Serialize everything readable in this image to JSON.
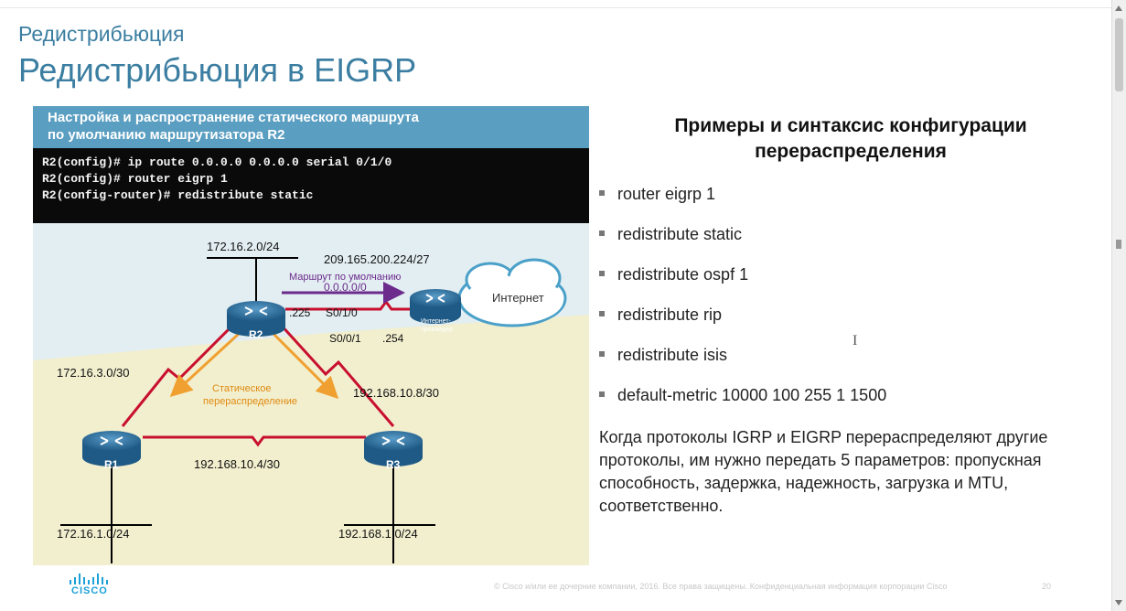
{
  "slide": {
    "subtitle": "Редистрибьюция",
    "title": "Редистрибьюция в EIGRP"
  },
  "figure": {
    "header_line1": "Настройка и распространение статического маршрута",
    "header_line2": "по умолчанию маршрутизатора R2",
    "commands": [
      "R2(config)# ip route 0.0.0.0 0.0.0.0 serial 0/1/0",
      "R2(config)# router eigrp 1",
      "R2(config-router)# redistribute static"
    ],
    "diagram": {
      "net_r2_lan": "172.16.2.0/24",
      "net_isp": "209.165.200.224/27",
      "default_route_label": "Маршрут по умолчанию",
      "default_route_value": "0.0.0.0/0",
      "r2_if_addr": ".225",
      "r2_if_name": "S0/1/0",
      "isp_if_name": "S0/0/1",
      "isp_if_addr": ".254",
      "router_r2": "R2",
      "router_r1": "R1",
      "router_r3": "R3",
      "isp_label_1": "Интернет-",
      "isp_label_2": "провайдер",
      "internet_label": "Интернет",
      "net_r1_r2": "172.16.3.0/30",
      "net_r2_r3": "192.168.10.8/30",
      "net_r1_r3": "192.168.10.4/30",
      "static_redist_1": "Статическое",
      "static_redist_2": "перераспределение",
      "net_r1_lan": "172.16.1.0/24",
      "net_r3_lan": "192.168.1.0/24"
    }
  },
  "right_panel": {
    "title_line1": "Примеры и синтаксис конфигурации",
    "title_line2": "перераспределения",
    "bullets": [
      "router eigrp 1",
      "redistribute static",
      "redistribute ospf 1",
      "redistribute rip",
      "redistribute isis",
      "default-metric 10000 100 255 1 1500"
    ],
    "paragraph": "Когда протоколы IGRP и EIGRP перераспределяют другие протоколы, им нужно передать 5 параметров: пропускная способность, задержка, надежность, загрузка и MTU, соответственно."
  },
  "footer": {
    "logo_text": "CISCO",
    "copyright": "© Cisco и/или ее дочерние компании, 2016. Все права защищены. Конфиденциальная информация корпорации Cisco",
    "page_number": "20"
  },
  "colors": {
    "title": "#3b7ea1",
    "figure_header": "#5a9ec1",
    "figure_bg": "#f2efcf",
    "terminal_bg": "#0a0a0a",
    "serial_link": "#c8102e",
    "default_route_arrow": "#6b2a8c",
    "static_redist_arrow": "#f0a030",
    "router_blue": "#2d6f9e",
    "cisco_logo": "#1ba0d7"
  },
  "icons": [
    "router-icon",
    "cloud-icon",
    "text-cursor-icon",
    "cisco-logo-icon"
  ]
}
